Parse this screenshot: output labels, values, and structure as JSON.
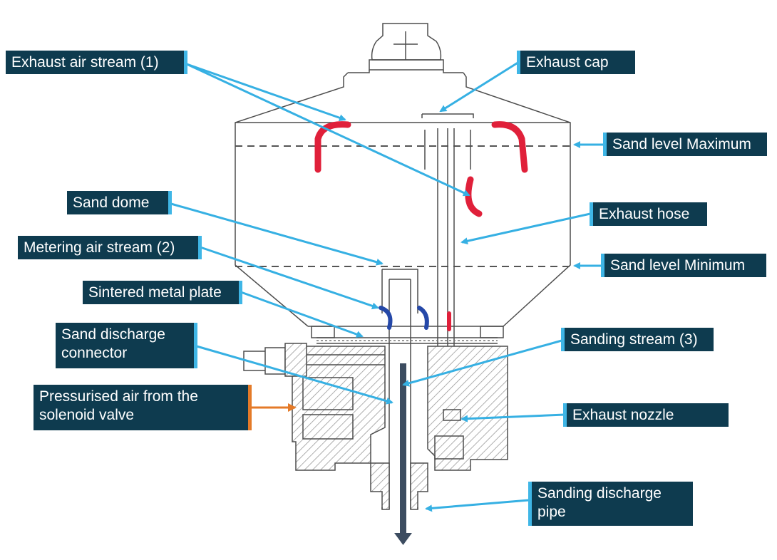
{
  "colors": {
    "label_bg": "#0e3b4f",
    "accent": "#3fb6e6",
    "leader": "#36b0e3",
    "orange": "#e47a28",
    "red_arrow": "#e0203a",
    "blue_arrow": "#2548a8",
    "discharge_arrow": "#3c4c60"
  },
  "labels": {
    "exhaust_air_stream": "Exhaust air stream (1)",
    "exhaust_cap": "Exhaust  cap",
    "sand_level_max": "Sand level Maximum",
    "sand_dome": "Sand dome",
    "exhaust_hose": "Exhaust hose",
    "metering_air_stream": "Metering air stream (2)",
    "sand_level_min": "Sand level Minimum",
    "sintered_metal_plate": "Sintered metal plate",
    "sand_discharge_connector": "Sand discharge\nconnector",
    "sanding_stream": "Sanding stream (3)",
    "pressurised_air": "Pressurised air from the\nsolenoid valve",
    "exhaust_nozzle": "Exhaust nozzle",
    "sanding_discharge_pipe": "Sanding discharge\npipe"
  }
}
